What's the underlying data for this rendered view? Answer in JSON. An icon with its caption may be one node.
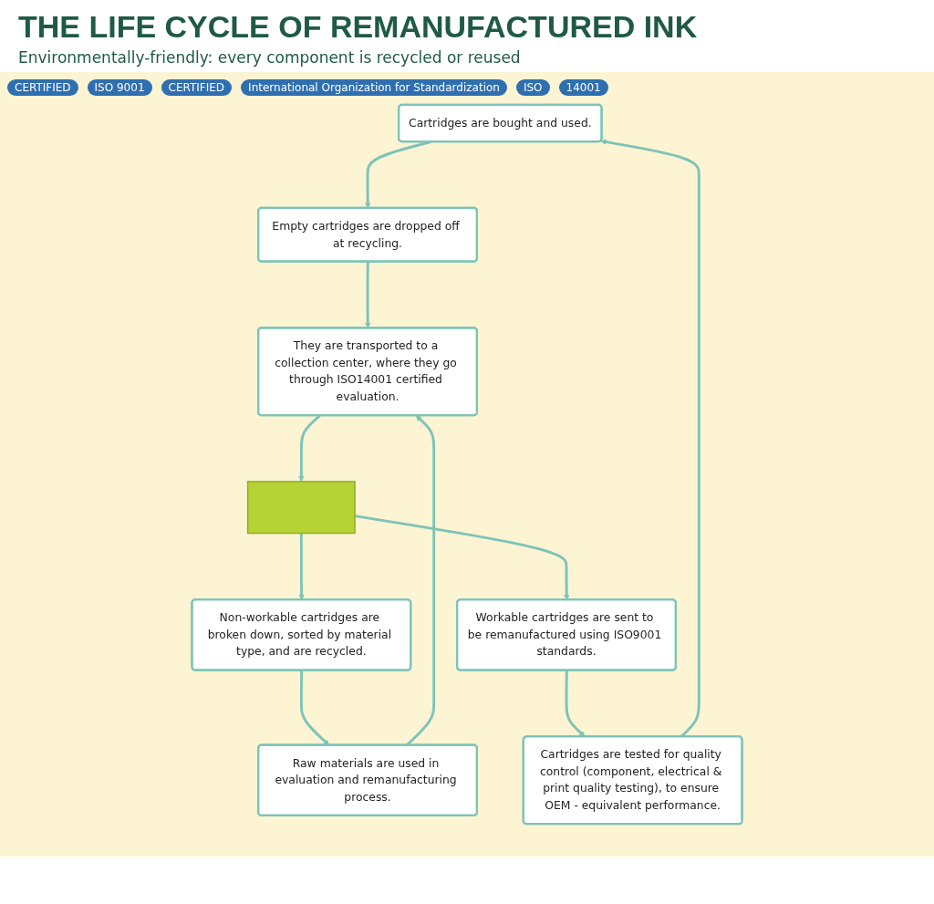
{
  "diagram": {
    "title": "THE LIFE CYCLE OF REMANUFACTURED INK",
    "caption": "Environmentally-friendly: every component is recycled or reused",
    "nodes": [
      {
        "text": [
          "Cartridges are bought and used."
        ]
      },
      {
        "text": [
          "Empty cartridges are dropped off at recycling."
        ]
      },
      {
        "text": [
          "They are transported to a collection center, where they go through ISO14001 certified evaluation."
        ]
      },
      {
        "text": [],
        "shape": "box"
      },
      {
        "text": [
          "Non-workable cartridges are broken down, sorted by material type, and are recycled."
        ]
      },
      {
        "text": [
          "Raw materials are used in evaluation and remanufacturing process."
        ]
      },
      {
        "text": [
          "Workable cartridges are sent to be remanufactured using ISO9001 standards."
        ]
      },
      {
        "text": [
          "Cartridges are tested for quality control (component, electrical & print quality testing), to ensure OEM - equivalent performance."
        ]
      }
    ],
    "edges": [
      {
        "from": 0,
        "to": 1,
        "arrow": "to"
      },
      {
        "from": 1,
        "to": 2,
        "arrow": "to"
      },
      {
        "from": 5,
        "to": 2,
        "arrow": "to"
      },
      {
        "from": 2,
        "to": 3,
        "arrow": "to"
      },
      {
        "from": 3,
        "to": 4,
        "arrow": "to"
      },
      {
        "from": 3,
        "to": 6,
        "arrow": "to"
      },
      {
        "from": 4,
        "to": 5,
        "arrow": "to"
      },
      {
        "from": 6,
        "to": 7,
        "arrow": "to"
      },
      {
        "from": 7,
        "to": 0,
        "arrow": "to"
      }
    ],
    "labels": [
      "CERTIFIED",
      "ISO 9001",
      "CERTIFIED",
      "International Organization for Standardization",
      "ISO",
      "14001"
    ]
  }
}
